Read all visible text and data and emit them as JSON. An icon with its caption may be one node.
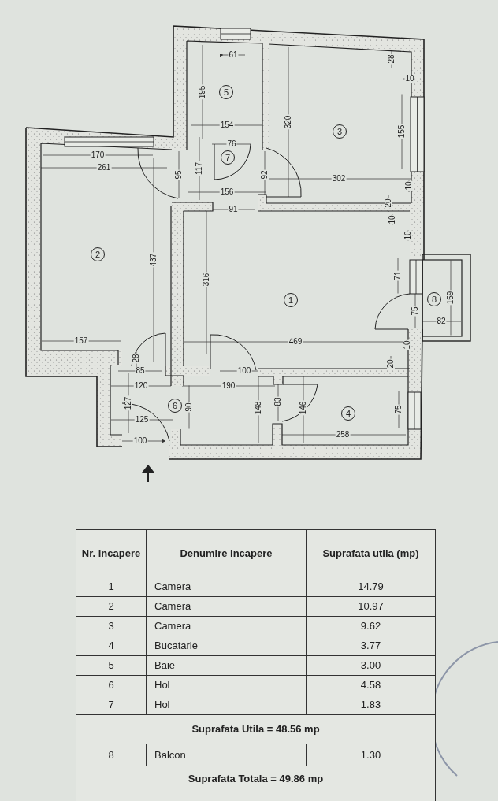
{
  "diagram": {
    "labels": [
      "61",
      "28",
      "10",
      "195",
      "5",
      "154",
      "320",
      "3",
      "155",
      "76",
      "7",
      "170",
      "261",
      "95",
      "117",
      "92",
      "302",
      "10",
      "156",
      "20",
      "91",
      "10",
      "10",
      "2",
      "437",
      "316",
      "71",
      "1",
      "8",
      "159",
      "75",
      "82",
      "157",
      "469",
      "10",
      "28",
      "20",
      "85",
      "100",
      "120",
      "190",
      "127",
      "83",
      "6",
      "90",
      "148",
      "146",
      "4",
      "75",
      "125",
      "258",
      "100",
      "Nr. incapere",
      "Denumire incapere",
      "Suprafata utila (mp)",
      "1",
      "Camera",
      "14.79",
      "2",
      "Camera",
      "10.97",
      "3",
      "Camera",
      "9.62",
      "4",
      "Bucatarie",
      "3.77",
      "5",
      "Baie",
      "3.00",
      "6",
      "Hol",
      "4.58",
      "7",
      "Hol",
      "1.83",
      "Suprafata Utila = 48.56 mp",
      "8",
      "Balcon",
      "1.30",
      "Suprafata Totala = 49.86 mp"
    ]
  }
}
